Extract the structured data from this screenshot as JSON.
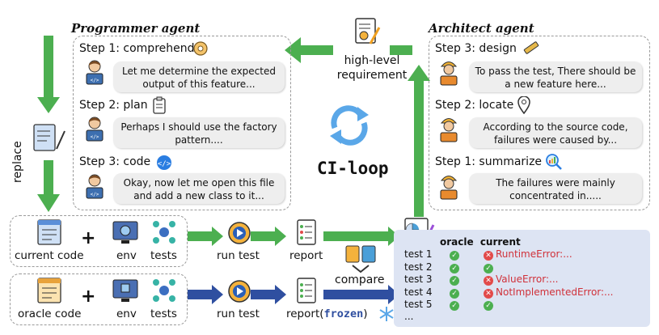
{
  "programmer": {
    "title": "Programmer agent",
    "steps": [
      {
        "label": "Step 1: comprehend",
        "bubble": "Let me determine the expected output of this feature..."
      },
      {
        "label": "Step 2: plan",
        "bubble": "Perhaps I should use the factory pattern...."
      },
      {
        "label": "Step 3: code",
        "bubble": "Okay, now let me open this file and add a new class to it..."
      }
    ]
  },
  "architect": {
    "title": "Architect agent",
    "steps": [
      {
        "label": "Step 3: design",
        "bubble": "To pass the test, There should be a new feature here..."
      },
      {
        "label": "Step 2: locate",
        "bubble": "According to the source code, failures were caused by..."
      },
      {
        "label": "Step 1: summarize",
        "bubble": "The failures were mainly concentrated in....."
      }
    ]
  },
  "center": {
    "loop_label": "CI-loop",
    "requirement_label": "high-level requirement",
    "replace_label": "replace"
  },
  "pipeline_current": {
    "code_label": "current code",
    "env_label": "env",
    "tests_label": "tests",
    "run_label": "run test",
    "report_label": "report"
  },
  "pipeline_oracle": {
    "code_label": "oracle code",
    "env_label": "env",
    "tests_label": "tests",
    "run_label": "run test",
    "report_prefix": "report(",
    "report_frozen": "frozen",
    "report_suffix": ")"
  },
  "compare_label": "compare",
  "results": {
    "header_oracle": "oracle",
    "header_current": "current",
    "rows": [
      {
        "test": "test 1",
        "oracle": "pass",
        "current": "fail",
        "error": "RuntimeError:..."
      },
      {
        "test": "test 2",
        "oracle": "pass",
        "current": "pass",
        "error": ""
      },
      {
        "test": "test 3",
        "oracle": "pass",
        "current": "fail",
        "error": "ValueError:..."
      },
      {
        "test": "test 4",
        "oracle": "pass",
        "current": "fail",
        "error": "NotImplementedError:..."
      },
      {
        "test": "test 5",
        "oracle": "pass",
        "current": "pass",
        "error": ""
      }
    ],
    "more": "..."
  },
  "colors": {
    "green": "#4caf50",
    "blue": "#2f4fa0",
    "error": "#d0313a",
    "table_bg": "#dde4f3"
  }
}
